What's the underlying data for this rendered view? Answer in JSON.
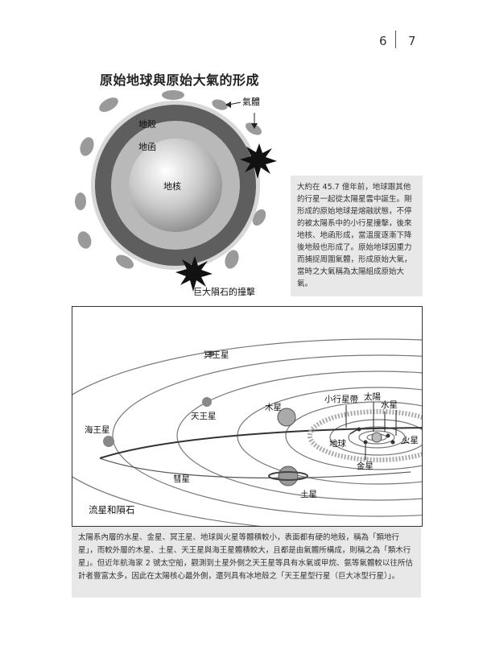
{
  "page": {
    "left_number": "6",
    "right_number": "7"
  },
  "earth_figure": {
    "title": "原始地球與原始大氣的形成",
    "labels": {
      "gas": "氣體",
      "crust": "地殼",
      "mantle": "地函",
      "core": "地核",
      "impact": "巨大隕石的撞擊"
    },
    "description": "大約在 45.7 億年前，地球跟其他的行星一起從太陽星雲中誕生。剛形成的原始地球是熔融狀態，不停的被太陽系中的小行星撞擊，後來地核、地函形成，當溫度逐漸下降後地殼也形成了。原始地球因重力而捕捉周圍氣體，形成原始大氣，當時之大氣稱為太陽組成原始大氣。"
  },
  "solar_system": {
    "labels": {
      "pluto": "冥王星",
      "uranus": "天王星",
      "jupiter": "木星",
      "asteroid_belt": "小行星帶",
      "sun": "太陽",
      "mercury": "水星",
      "neptune": "海王星",
      "earth": "地球",
      "mars": "火星",
      "venus": "金星",
      "comet": "彗星",
      "saturn": "土星",
      "meteors": "流星和隕石"
    },
    "caption": "太陽系內層的水星、金星、冥王星、地球與火星等體積較小，表面都有硬的地殼，稱為「類地行星」，而較外層的木星、土星、天王星與海王星體積較大，且都是由氣體所構成，則稱之為「類木行星」。但近年航海家 2 號太空船，觀測到土星外側之天王星等具有水氣或甲烷、氨等氣體較以往所估計者豐富太多，因此在太陽核心最外側，還列具有冰地殼之「天王星型行星（巨大冰型行星）」。"
  }
}
